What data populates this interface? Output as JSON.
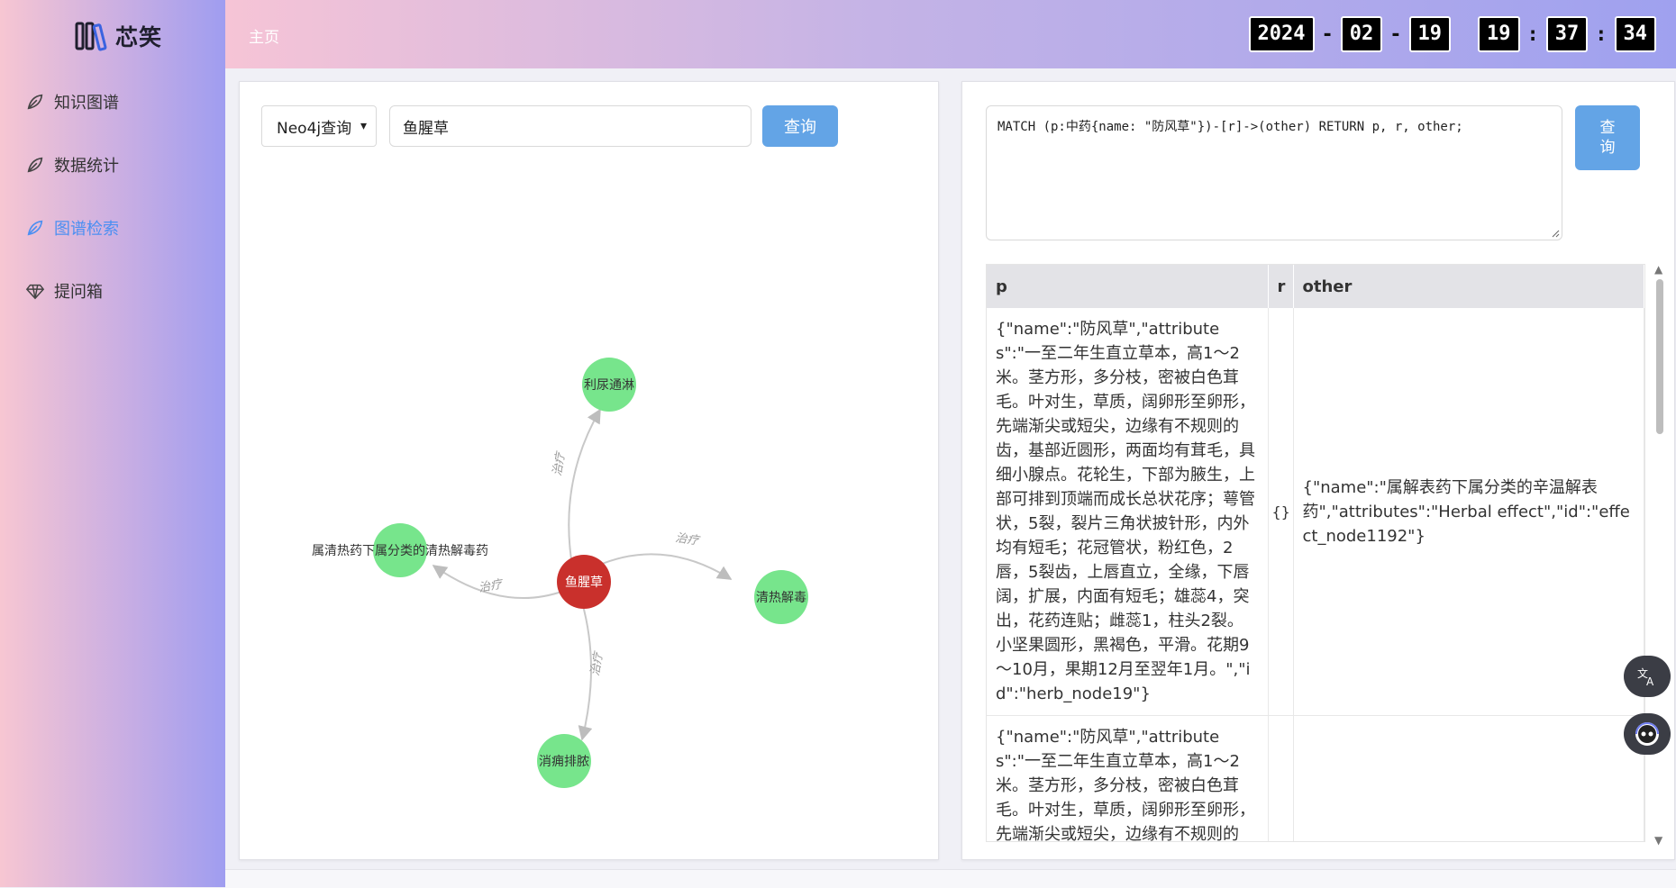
{
  "sidebar": {
    "logo_text": "芯笑",
    "items": [
      {
        "label": "知识图谱",
        "icon": "leaf-icon",
        "active": false
      },
      {
        "label": "数据统计",
        "icon": "leaf-icon",
        "active": false
      },
      {
        "label": "图谱检索",
        "icon": "leaf-icon",
        "active": true
      },
      {
        "label": "提问箱",
        "icon": "diamond-icon",
        "active": false
      }
    ]
  },
  "header": {
    "breadcrumb": "主页",
    "clock": {
      "year": "2024",
      "month": "02",
      "day": "19",
      "hour": "19",
      "minute": "37",
      "second": "34"
    }
  },
  "left": {
    "select_value": "Neo4j查询",
    "search_value": "鱼腥草",
    "search_button": "查询",
    "graph": {
      "center": "鱼腥草",
      "nodes": [
        "利尿通淋",
        "属清热药下属分类的清热解毒药",
        "清热解毒",
        "消痈排脓"
      ],
      "edge_label": "治疗",
      "colors": {
        "center": "#c9302c",
        "node": "#77e58c",
        "edge": "#c8c8c8"
      }
    }
  },
  "right": {
    "cypher": "MATCH (p:中药{name: \"防风草\"})-[r]->(other) RETURN p, r, other;",
    "run_button": "查询",
    "table": {
      "headers": [
        "p",
        "r",
        "other"
      ],
      "rows": [
        {
          "p": "{\"name\":\"防风草\",\"attributes\":\"一至二年生直立草本，高1～2米。茎方形，多分枝，密被白色茸毛。叶对生，草质，阔卵形至卵形，先端渐尖或短尖，边缘有不规则的齿，基部近圆形，两面均有茸毛，具细小腺点。花轮生，下部为腋生，上部可排到顶端而成长总状花序；萼管状，5裂，裂片三角状披针形，内外均有短毛；花冠管状，粉红色，2唇，5裂齿，上唇直立，全缘，下唇阔，扩展，内面有短毛；雄蕊4，突出，花药连贴；雌蕊1，柱头2裂。小坚果圆形，黑褐色，平滑。花期9～10月，果期12月至翌年1月。\",\"id\":\"herb_node19\"}",
          "r": "{}",
          "other": "{\"name\":\"属解表药下属分类的辛温解表药\",\"attributes\":\"Herbal effect\",\"id\":\"effect_node1192\"}"
        },
        {
          "p": "{\"name\":\"防风草\",\"attributes\":\"一至二年生直立草本，高1～2米。茎方形，多分枝，密被白色茸毛。叶对生，草质，阔卵形至卵形，先端渐尖或短尖，边缘有不规则的齿，基部近圆形，两面均有茸毛，具细小腺点。花轮生，下部为腋",
          "r": "",
          "other": ""
        }
      ]
    }
  }
}
